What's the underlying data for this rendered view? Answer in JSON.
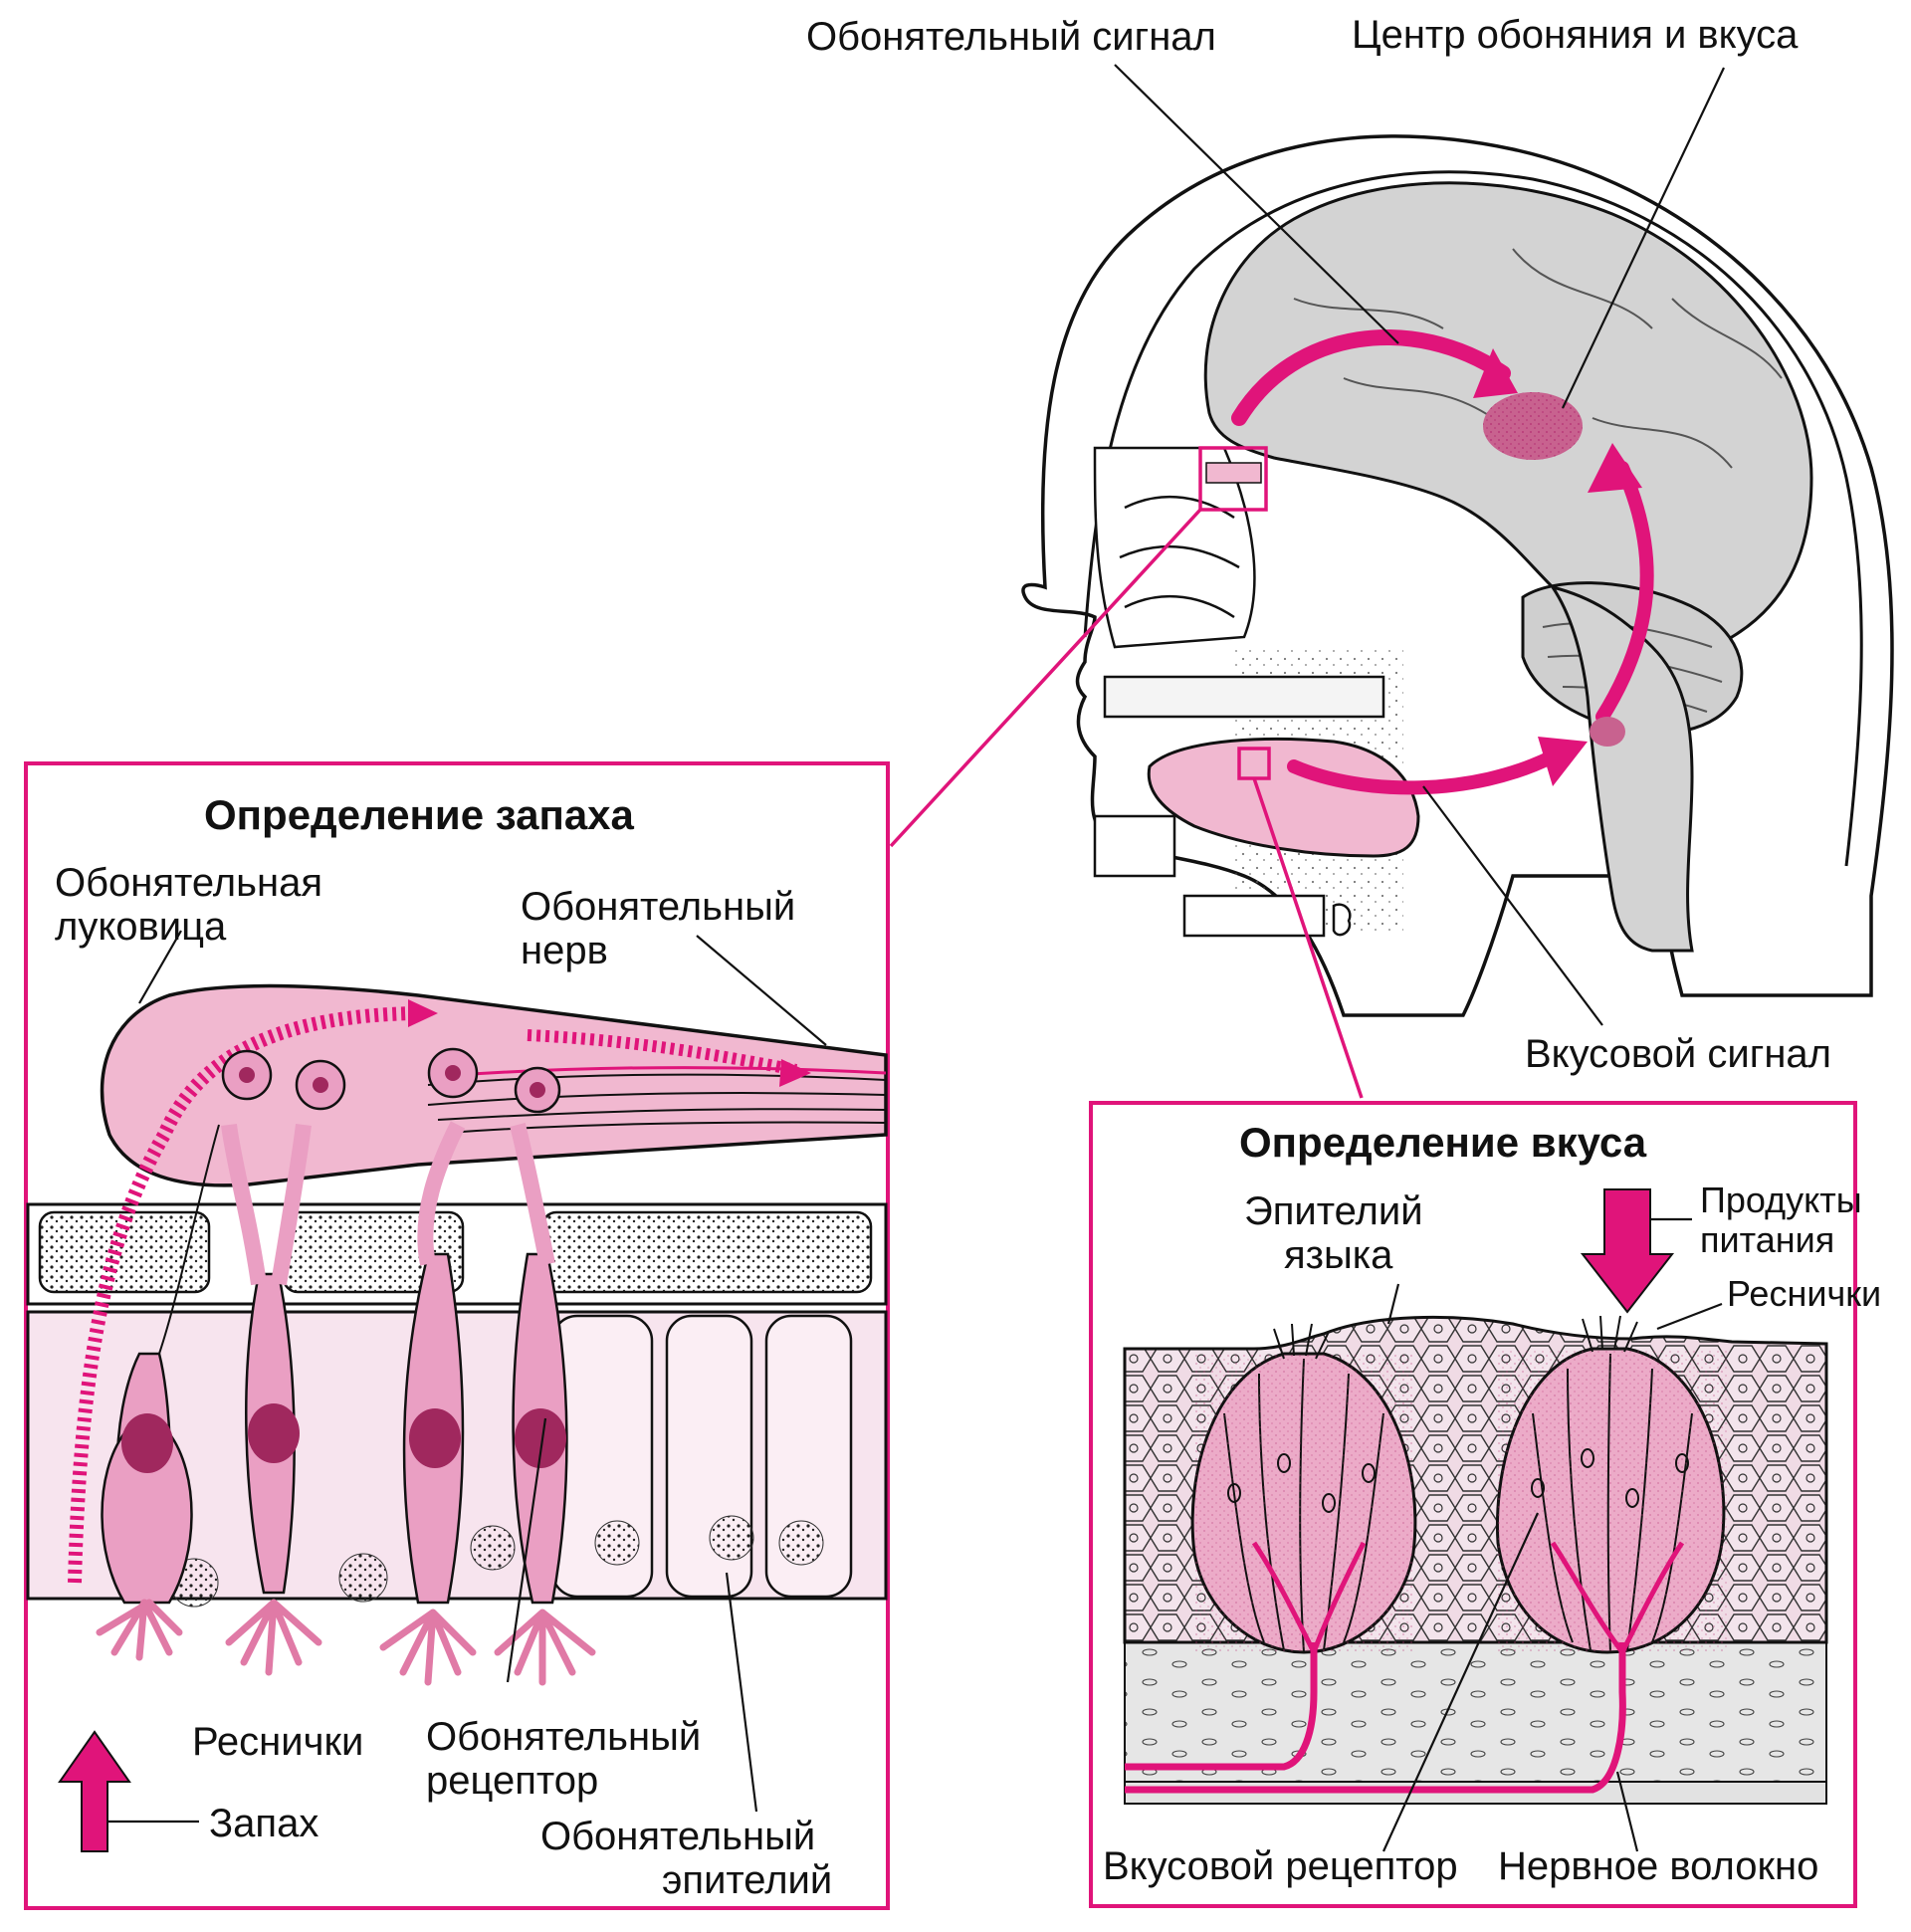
{
  "colors": {
    "magenta": "#e0147a",
    "pink_light": "#f7d8e6",
    "pink_mid": "#f1b8d0",
    "pink_cell": "#ea9fc3",
    "brain_grey": "#d3d3d3",
    "tissue_grey": "#e8e8e8",
    "ink": "#111111"
  },
  "head": {
    "label_olfactory_signal": "Обонятельный сигнал",
    "label_center": "Центр обоняния и вкуса",
    "label_taste_signal": "Вкусовой сигнал"
  },
  "smell_panel": {
    "title": "Определение запаха",
    "label_bulb_line1": "Обонятельная",
    "label_bulb_line2": "луковица",
    "label_nerve_line1": "Обонятельный",
    "label_nerve_line2": "нерв",
    "label_cilia": "Реснички",
    "label_receptor_line1": "Обонятельный",
    "label_receptor_line2": "рецептор",
    "label_epithelium_line1": "Обонятельный",
    "label_epithelium_line2": "эпителий",
    "label_smell": "Запах"
  },
  "taste_panel": {
    "title": "Определение вкуса",
    "label_tongue_epi_line1": "Эпителий",
    "label_tongue_epi_line2": "языка",
    "label_food_line1": "Продукты",
    "label_food_line2": "питания",
    "label_cilia": "Реснички",
    "label_taste_receptor": "Вкусовой рецептор",
    "label_nerve_fiber": "Нервное волокно"
  }
}
